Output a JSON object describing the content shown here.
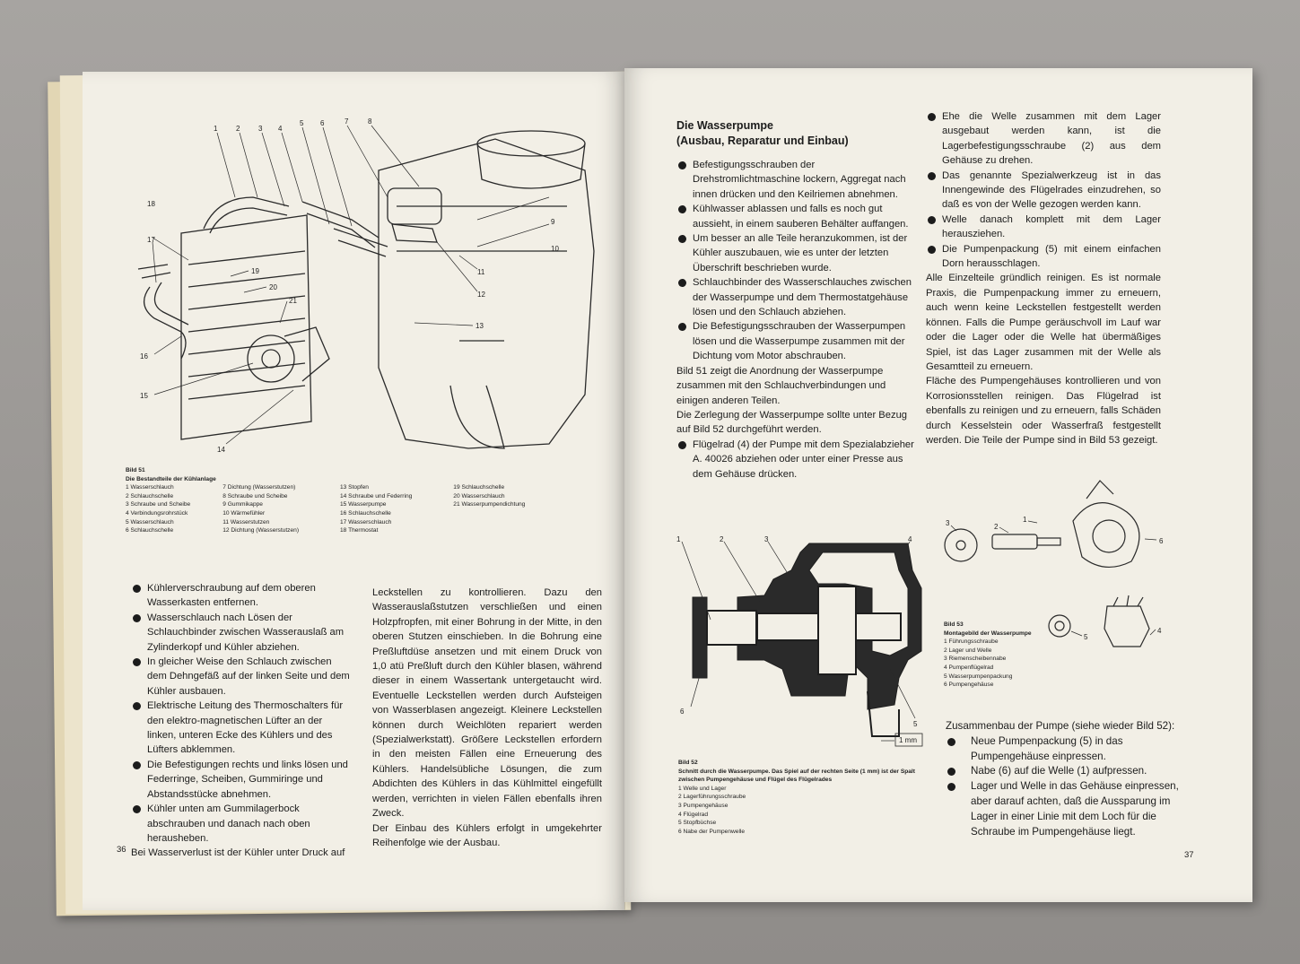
{
  "left_page": {
    "figure51": {
      "callouts": [
        "1",
        "2",
        "3",
        "4",
        "5",
        "6",
        "7",
        "8",
        "9",
        "10",
        "11",
        "12",
        "13",
        "14",
        "15",
        "16",
        "17",
        "18",
        "19",
        "20",
        "21"
      ],
      "caption_title": "Bild 51",
      "caption_subtitle": "Die Bestandteile der Kühlanlage",
      "legend_col1": [
        "1  Wasserschlauch",
        "2  Schlauchschelle",
        "3  Schraube und Scheibe",
        "4  Verbindungsrohrstück",
        "5  Wasserschlauch",
        "6  Schlauchschelle"
      ],
      "legend_col2": [
        "7  Dichtung (Wasserstutzen)",
        "8  Schraube und Scheibe",
        "9  Gummikappe",
        "10  Wärmefühler",
        "11  Wasserstutzen",
        "12  Dichtung (Wasserstutzen)"
      ],
      "legend_col3": [
        "13  Stopfen",
        "14  Schraube und Federring",
        "15  Wasserpumpe",
        "16  Schlauchschelle",
        "17  Wasserschlauch",
        "18  Thermostat"
      ],
      "legend_col4": [
        "19  Schlauchschelle",
        "20  Wasserschlauch",
        "21  Wasserpumpendichtung"
      ]
    },
    "col1": [
      "Kühlerverschraubung auf dem oberen Wasserkasten entfernen.",
      "Wasserschlauch nach Lösen der Schlauchbinder zwischen Wasserauslaß am Zylinderkopf und Kühler abziehen.",
      "In gleicher Weise den Schlauch zwischen dem Dehngefäß auf der linken Seite und dem Kühler ausbauen.",
      "Elektrische Leitung des Thermoschalters für den elektro-magnetischen Lüfter an der linken, unteren Ecke des Kühlers und des Lüfters abklemmen.",
      "Die Befestigungen rechts und links lösen und Federringe, Scheiben, Gummiringe und Abstandsstücke abnehmen.",
      "Kühler unten am Gummilagerbock abschrauben und danach nach oben herausheben."
    ],
    "col1_tail": "Bei Wasserverlust ist der Kühler unter Druck auf",
    "col2": "Leckstellen zu kontrollieren. Dazu den Wasserauslaßstutzen verschließen und einen Holzpfropfen, mit einer Bohrung in der Mitte, in den oberen Stutzen einschieben. In die Bohrung eine Preßluftdüse ansetzen und mit einem Druck von 1,0 atü Preßluft durch den Kühler blasen, während dieser in einem Wassertank untergetaucht wird. Eventuelle Leckstellen werden durch Aufsteigen von Wasserblasen angezeigt. Kleinere Leckstellen können durch Weichlöten repariert werden (Spezialwerkstatt). Größere Leckstellen erfordern in den meisten Fällen eine Erneuerung des Kühlers. Handelsübliche Lösungen, die zum Abdichten des Kühlers in das Kühlmittel eingefüllt werden, verrichten in vielen Fällen ebenfalls ihren Zweck.",
    "col2_tail": "Der Einbau des Kühlers erfolgt in umgekehrter Reihenfolge wie der Ausbau.",
    "page_number": "36"
  },
  "right_page": {
    "heading1": "Die Wasserpumpe",
    "heading2": "(Ausbau, Reparatur und Einbau)",
    "col1_bullets": [
      "Befestigungsschrauben der Drehstromlichtmaschine lockern, Aggregat nach innen drücken und den Keilriemen abnehmen.",
      "Kühlwasser ablassen und falls es noch gut aussieht, in einem sauberen Behälter auffangen.",
      "Um besser an alle Teile heranzukommen, ist der Kühler auszubauen, wie es unter der letzten Überschrift beschrieben wurde.",
      "Schlauchbinder des Wasserschlauches zwischen der Wasserpumpe und dem Thermostatgehäuse lösen und den Schlauch abziehen.",
      "Die Befestigungsschrauben der Wasserpumpen lösen und die Wasserpumpe zusammen mit der Dichtung vom Motor abschrauben."
    ],
    "col1_para": "Bild 51 zeigt die Anordnung der Wasserpumpe zusammen mit den Schlauchverbindungen und einigen anderen Teilen.",
    "col1_para2": "Die Zerlegung der Wasserpumpe sollte unter Bezug auf Bild 52 durchgeführt werden.",
    "col1_bullet_last": "Flügelrad (4) der Pumpe mit dem Spezialabzieher A. 40026 abziehen oder unter einer Presse aus dem Gehäuse drücken.",
    "col2_bullets": [
      "Ehe die Welle zusammen mit dem Lager ausgebaut werden kann, ist die Lagerbefestigungsschraube (2) aus dem Gehäuse zu drehen.",
      "Das genannte Spezialwerkzeug ist in das Innengewinde des Flügelrades einzudrehen, so daß es von der Welle gezogen werden kann.",
      "Welle danach komplett mit dem Lager herausziehen.",
      "Die Pumpenpackung (5) mit einem einfachen Dorn herausschlagen."
    ],
    "col2_para": "Alle Einzelteile gründlich reinigen. Es ist normale Praxis, die Pumpenpackung immer zu erneuern, auch wenn keine Leckstellen festgestellt werden können. Falls die Pumpe geräuschvoll im Lauf war oder die Lager oder die Welle hat übermäßiges Spiel, ist das Lager zusammen mit der Welle als Gesamtteil zu erneuern.",
    "col2_para2": "Fläche des Pumpengehäuses kontrollieren und von Korrosionsstellen reinigen. Das Flügelrad ist ebenfalls zu reinigen und zu erneuern, falls Schäden durch Kesselstein oder Wasserfraß festgestellt werden. Die Teile der Pumpe sind in Bild 53 gezeigt.",
    "figure53": {
      "callouts": [
        "1",
        "2",
        "3",
        "4",
        "5",
        "6"
      ],
      "caption_title": "Bild 53",
      "caption_subtitle": "Montagebild der Wasserpumpe",
      "legend": [
        "1  Führungsschraube",
        "2  Lager und Welle",
        "3  Riemenscheibennabe",
        "4  Pumpenflügelrad",
        "5  Wasserpumpenpackung",
        "6  Pumpengehäuse"
      ]
    },
    "figure52": {
      "callouts": [
        "1",
        "2",
        "3",
        "4",
        "5",
        "6"
      ],
      "gap_label": "1 mm",
      "caption_title": "Bild 52",
      "caption_subtitle": "Schnitt durch die Wasserpumpe. Das Spiel auf der rechten Seite (1 mm) ist der Spalt zwischen Pumpengehäuse und Flügel des Flügelrades",
      "legend": [
        "1  Welle und Lager",
        "2  Lagerführungsschraube",
        "3  Pumpengehäuse",
        "4  Flügelrad",
        "5  Stopfbüchse",
        "6  Nabe der Pumpenwelle"
      ]
    },
    "assembly_title": "Zusammenbau der Pumpe (siehe wieder Bild 52):",
    "assembly_bullets": [
      "Neue Pumpenpackung (5) in das Pumpengehäuse einpressen.",
      "Nabe (6) auf die Welle (1) aufpressen.",
      "Lager und Welle in das Gehäuse einpressen, aber darauf achten, daß die Aussparung im Lager in einer Linie mit dem Loch für die Schraube im Pumpengehäuse liegt."
    ],
    "page_number": "37"
  }
}
